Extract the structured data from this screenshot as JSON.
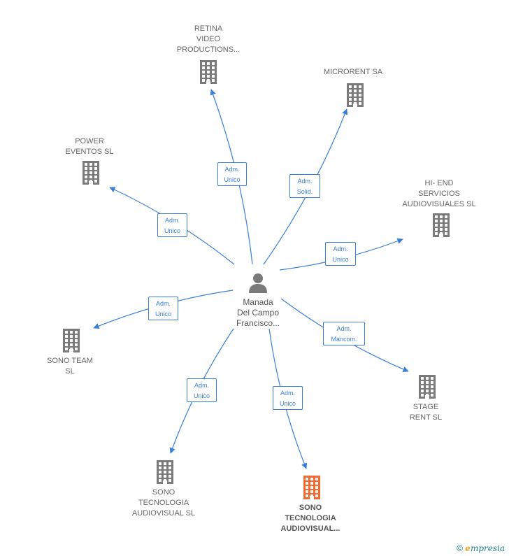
{
  "colors": {
    "edge": "#3a7fd5",
    "building": "#7a7a7a",
    "highlight": "#f26a30",
    "person": "#7a7a7a"
  },
  "center": {
    "label": "Manada\nDel Campo\nFrancisco..."
  },
  "nodes": [
    {
      "id": "retina",
      "label": "RETINA\nVIDEO\nPRODUCTIONS...",
      "icon": "building-icon"
    },
    {
      "id": "microrent",
      "label": "MICRORENT SA",
      "icon": "building-icon"
    },
    {
      "id": "power",
      "label": "POWER\nEVENTOS  SL",
      "icon": "building-icon"
    },
    {
      "id": "hiend",
      "label": "HI- END\nSERVICIOS\nAUDIOVISUALES SL",
      "icon": "building-icon"
    },
    {
      "id": "sonoteam",
      "label": "SONO TEAM\nSL",
      "icon": "building-icon"
    },
    {
      "id": "stage",
      "label": "STAGE\nRENT  SL",
      "icon": "building-icon"
    },
    {
      "id": "sonotec1",
      "label": "SONO\nTECNOLOGIA\nAUDIOVISUAL SL",
      "icon": "building-icon"
    },
    {
      "id": "sonotec2",
      "label": "SONO\nTECNOLOGIA\nAUDIOVISUAL...",
      "icon": "building-icon",
      "highlight": true
    }
  ],
  "edges": [
    {
      "to": "retina",
      "label": "Adm.\nUnico"
    },
    {
      "to": "microrent",
      "label": "Adm.\nSolid."
    },
    {
      "to": "power",
      "label": "Adm.\nUnico"
    },
    {
      "to": "hiend",
      "label": "Adm.\nUnico"
    },
    {
      "to": "sonoteam",
      "label": "Adm.\nUnico"
    },
    {
      "to": "stage",
      "label": "Adm.\nMancom."
    },
    {
      "to": "sonotec1",
      "label": "Adm.\nUnico"
    },
    {
      "to": "sonotec2",
      "label": "Adm.\nUnico"
    }
  ],
  "footer": {
    "copyright": "©",
    "brand_initial": "e",
    "brand_rest": "mpresia"
  }
}
